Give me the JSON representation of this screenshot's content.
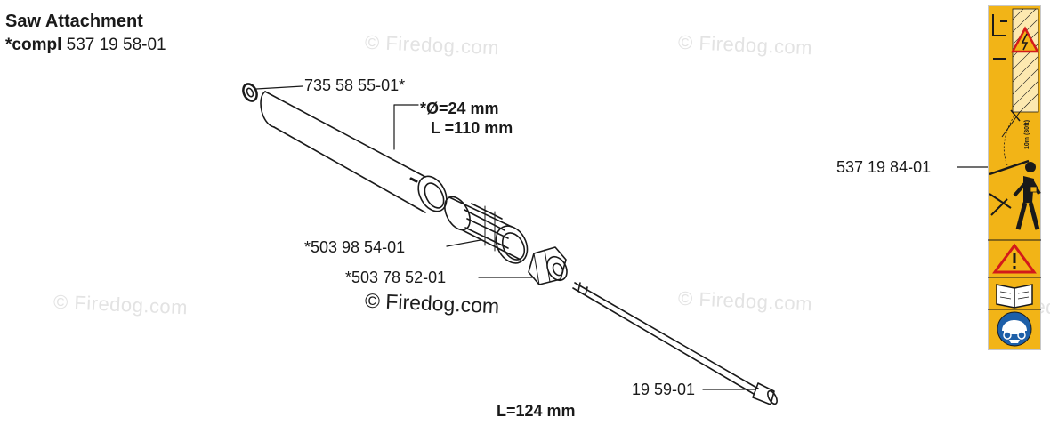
{
  "header": {
    "title": "Saw Attachment",
    "subtitle_prefix": "*compl",
    "subtitle_number": "537 19 58-01"
  },
  "watermarks": {
    "text": "© Firedog.com",
    "main_text": "© Firedog.com"
  },
  "parts": {
    "washer": "735 58 55-01*",
    "tube_diameter": "*Ø=24 mm",
    "tube_length": "L =110 mm",
    "bearing": "*503 98 54-01",
    "nut": "*503 78 52-01",
    "shaft": "19 59-01",
    "shaft_length": "L=124 mm",
    "decal": "537 19 84-01"
  },
  "decal": {
    "distance_text": "10m (30ft)",
    "color_yellow": "#f2b417",
    "color_line": "#1a1a1a"
  },
  "icons": {
    "warning": "warning-triangle-icon",
    "electric": "electric-hazard-icon",
    "manual": "open-book-icon",
    "helmet": "helmet-icon"
  }
}
